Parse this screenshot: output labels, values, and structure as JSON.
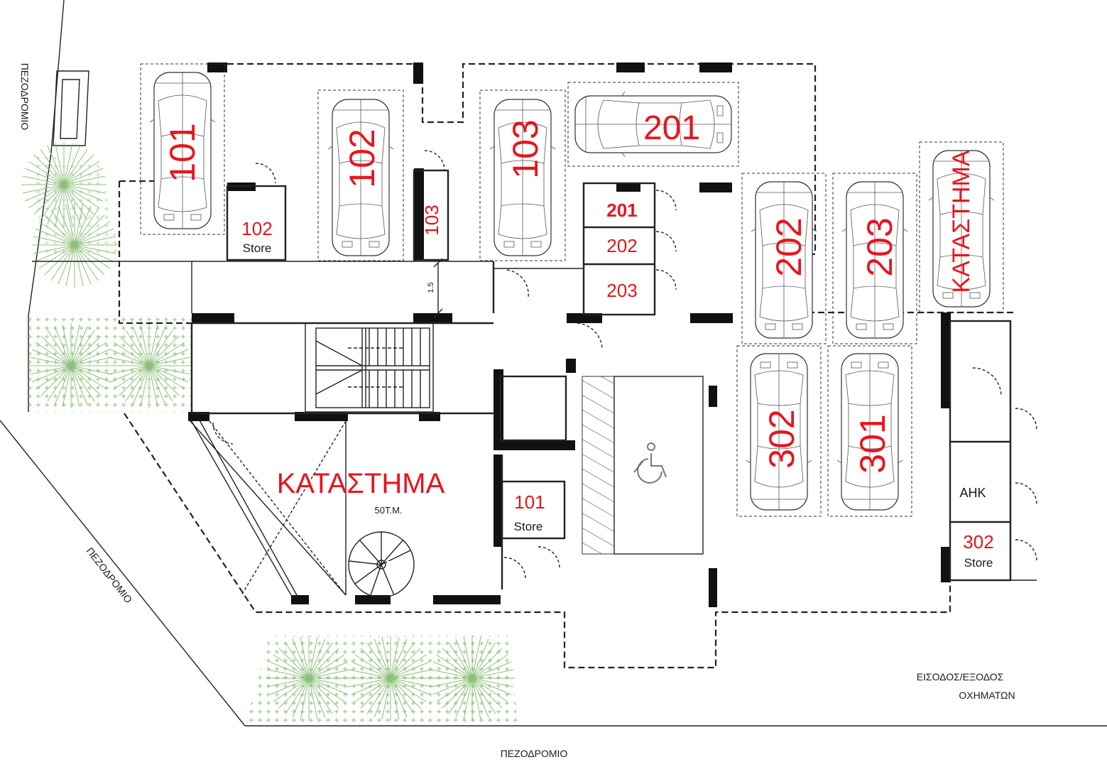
{
  "streets": {
    "top_left": "ΠΕΖΟΔΡΟΜΙΟ",
    "left_diagonal": "ΠΕΖΟΔΡΟΜΙΟ",
    "bottom": "ΠΕΖΟΔΡΟΜΙΟ"
  },
  "vehicle_entrance": {
    "line1": "ΕΙΣΟΔΟΣ/ΕΞΟΔΟΣ",
    "line2": "ΟΧΗΜΑΤΩΝ"
  },
  "parking": {
    "p101": "101",
    "p102": "102",
    "p103": "103",
    "p201": "201",
    "p202": "202",
    "p203": "203",
    "p_shop": "ΚΑΤΑΣΤΗΜΑ",
    "p302": "302",
    "p301": "301"
  },
  "stores": {
    "s102_num": "102",
    "s102_word": "Store",
    "s103_num": "103",
    "s201": "201",
    "s202": "202",
    "s203": "203",
    "s101_num": "101",
    "s101_word": "Store",
    "s302_num": "302",
    "s302_word": "Store",
    "ahk": "AHK"
  },
  "shop": {
    "title": "ΚΑΤΑΣΤΗΜΑ",
    "area": "50Τ.Μ."
  },
  "dimension": "1.5",
  "colors": {
    "label_red": "#e8141c",
    "greenery": "#8cc07a",
    "wall": "#111111"
  }
}
